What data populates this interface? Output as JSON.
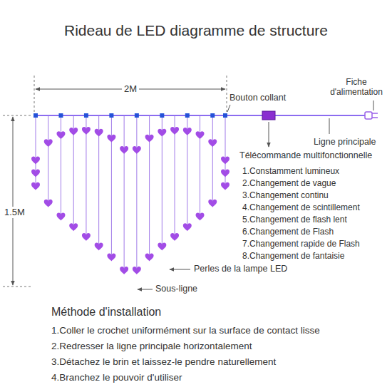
{
  "diagram": {
    "title": "Rideau de LED diagramme de structure",
    "labels": [
      "2M",
      "1.5M",
      "Bouton collant",
      "Fiche d'alimentation",
      "Ligne principale",
      "Télécommande multifonctionnelle",
      "1.Constamment lumineux",
      "2.Changement de vague",
      "3.Changement continu",
      "4.Changement de scintillement",
      "5.Changement de flash lent",
      "6.Changement de Flash",
      "7.Changement rapide de Flash",
      "8.Changement de fantaisie",
      "Perles de la lampe LED",
      "Sous-ligne",
      "Méthode d'installation",
      "1.Coller le crochet uniformément sur la surface de contact lisse",
      "2.Redresser la ligne principale horizontalement",
      "3.Détachez le brin et laissez-le pendre naturellement",
      "4.Branchez le pouvoir d'utiliser"
    ]
  }
}
